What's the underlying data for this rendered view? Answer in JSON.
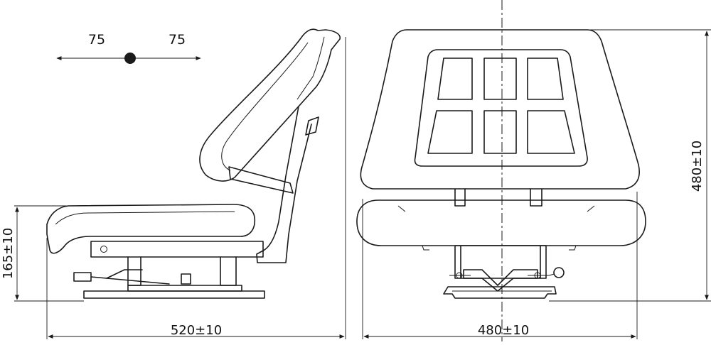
{
  "adjustment": {
    "left_value": "75",
    "right_value": "75"
  },
  "dimensions": {
    "side_length": "520±10",
    "side_height": "165±10",
    "front_width": "480±10",
    "front_height": "480±10"
  },
  "colors": {
    "line": "#1a1a1a",
    "background": "#ffffff"
  }
}
